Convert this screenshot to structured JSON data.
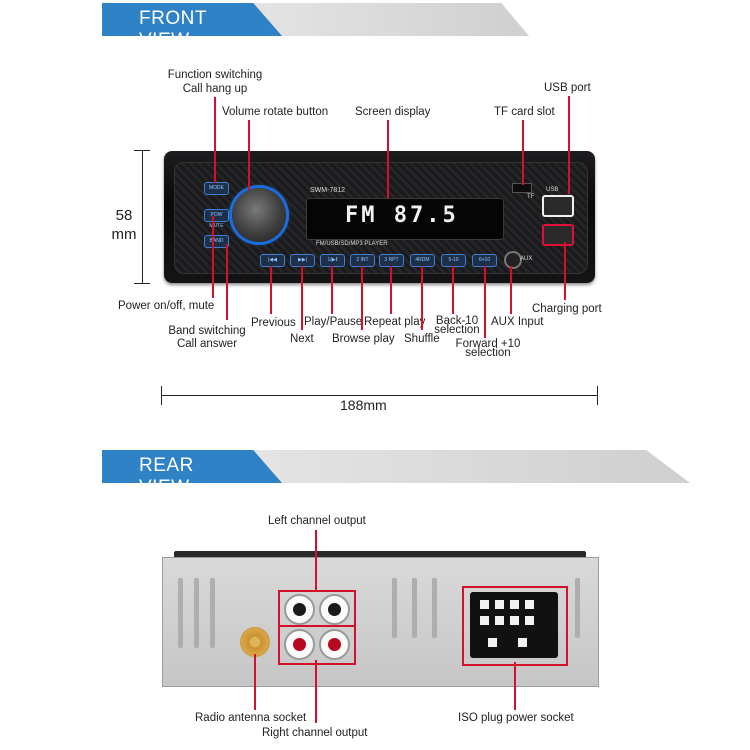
{
  "front_banner": "FRONT VIEW",
  "rear_banner": "REAR VIEW",
  "front": {
    "model": "SWM-7812",
    "display": "FM  87.5",
    "player_label": "FM/USB/SD/MP3  PLAYER",
    "height_label_value": "58",
    "height_label_unit": "mm",
    "width_label": "188mm",
    "tf_mark": "TF",
    "usb_mark": "USB",
    "aux_mark": "AUX",
    "button_marks": [
      "MODE",
      "POW MUTE",
      "BAND",
      "|◀◀",
      "▶▶|",
      "1/▶‖",
      "2 INT",
      "3 RPT",
      "4RDM",
      "5-10",
      "6+10"
    ],
    "labels": {
      "function_switching": "Function switching",
      "call_hang_up": "Call hang up",
      "volume_rotate": "Volume rotate button",
      "screen_display": "Screen display",
      "tf_card_slot": "TF card slot",
      "usb_port": "USB port",
      "power_mute": "Power on/off, mute",
      "band_switching": "Band switching",
      "call_answer": "Call answer",
      "previous": "Previous",
      "next": "Next",
      "play_pause": "Play/Pause",
      "browse_play": "Browse play",
      "repeat_play": "Repeat play",
      "shuffle": "Shuffle",
      "back10_a": "Back-10",
      "back10_b": "selection",
      "forward10_a": "Forward +10",
      "forward10_b": "selection",
      "aux_input": "AUX Input",
      "charging_port": "Charging port"
    }
  },
  "rear": {
    "labels": {
      "left_channel": "Left channel output",
      "right_channel": "Right channel output",
      "antenna": "Radio antenna socket",
      "iso": "ISO plug power socket"
    }
  },
  "colors": {
    "accent_blue": "#2f82c6",
    "callout_red": "#d4102a",
    "banner_gray": "#d6d6d6"
  }
}
